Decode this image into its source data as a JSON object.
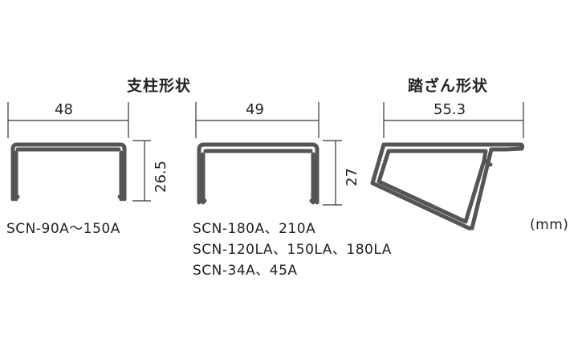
{
  "headings": {
    "pillar_shape": "支柱形状",
    "step_shape": "踏ざん形状"
  },
  "dimensions": {
    "pillar1_width": "48",
    "pillar1_height": "26.5",
    "pillar2_width": "49",
    "pillar2_height": "27",
    "step_width": "55.3"
  },
  "models": {
    "pillar1": "SCN-90A～150A",
    "pillar2_line1": "SCN-180A、210A",
    "pillar2_line2": "SCN-120LA、150LA、180LA",
    "pillar2_line3": "SCN-34A、45A"
  },
  "unit": "(mm)"
}
